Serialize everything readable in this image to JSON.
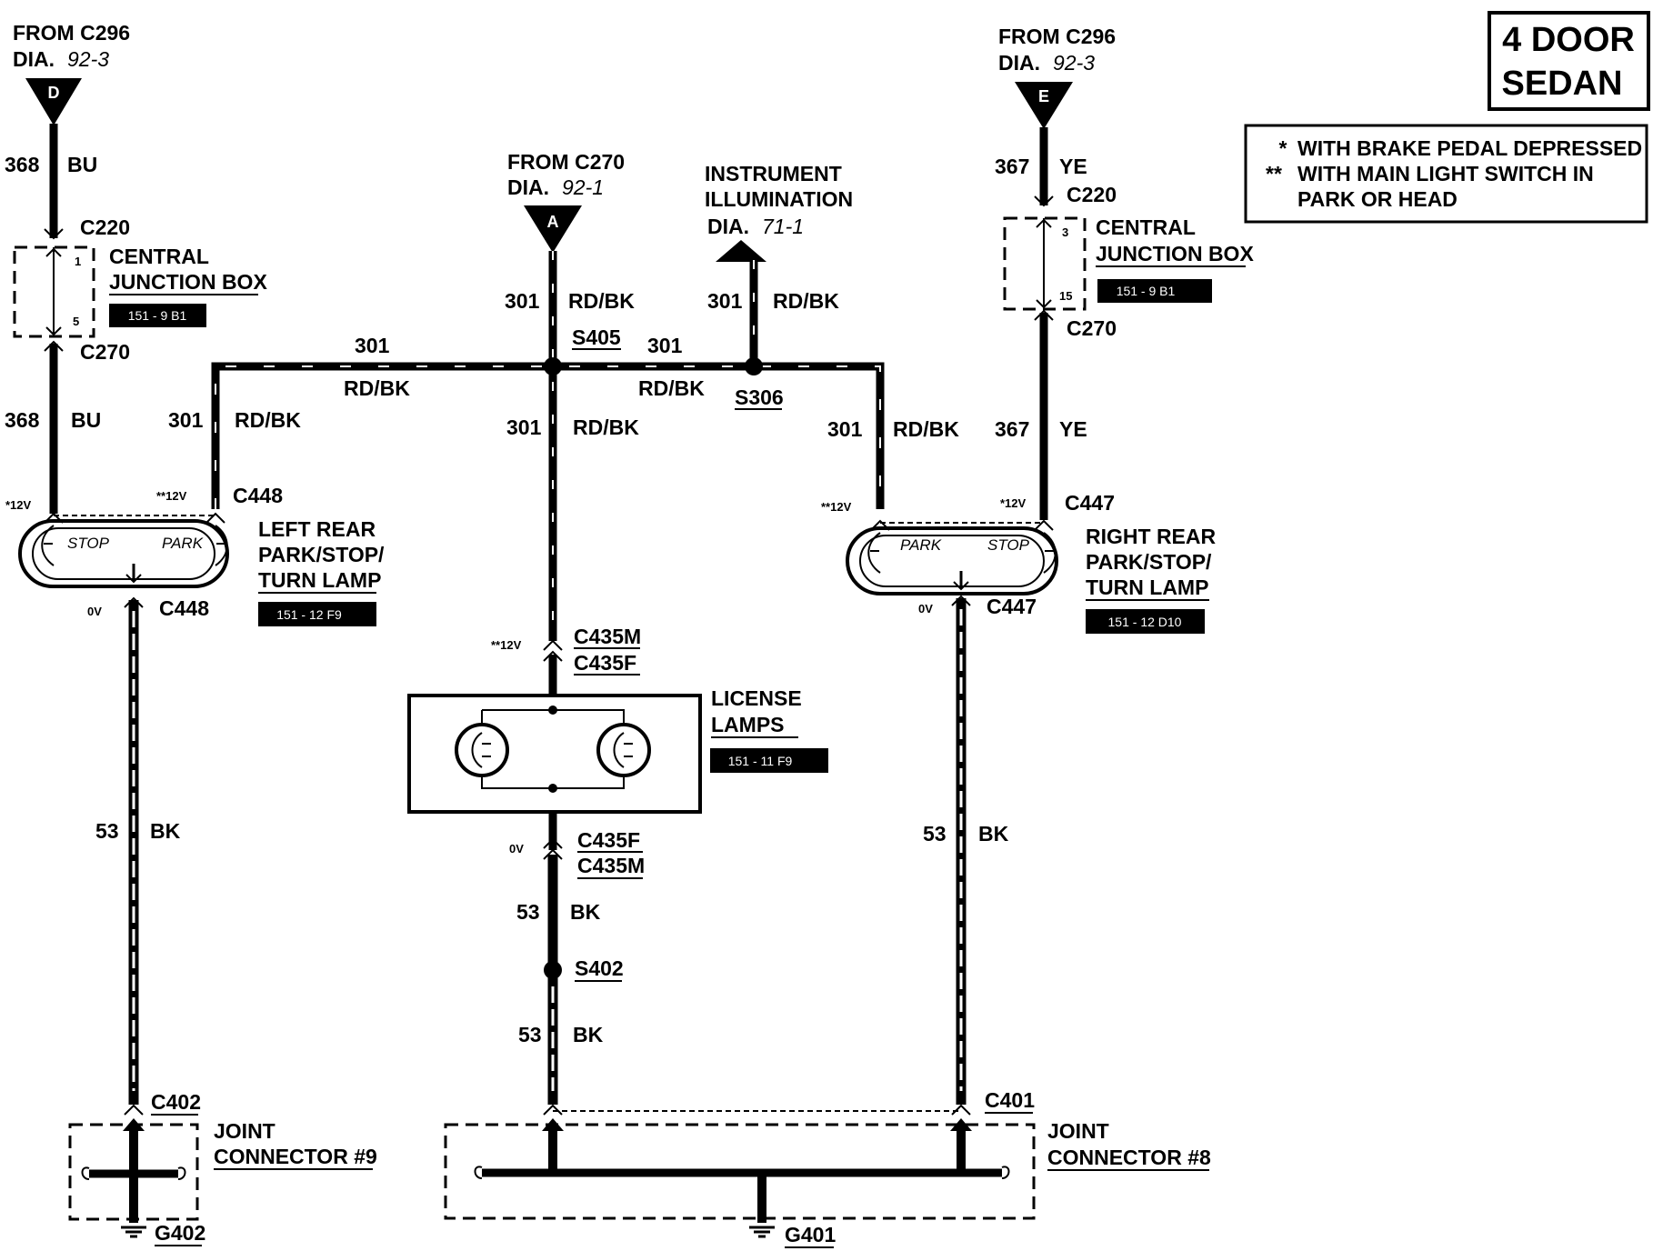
{
  "title_box": {
    "line1": "4 DOOR",
    "line2": "SEDAN"
  },
  "notes": [
    {
      "mark": "*",
      "text": "WITH BRAKE PEDAL DEPRESSED"
    },
    {
      "mark": "**",
      "text": "WITH MAIN LIGHT SWITCH IN"
    },
    {
      "mark": "",
      "text": "PARK OR HEAD"
    }
  ],
  "sources": {
    "d": {
      "from": "FROM C296",
      "dia_prefix": "DIA.",
      "dia_num": "92-3",
      "letter": "D"
    },
    "e": {
      "from": "FROM C296",
      "dia_prefix": "DIA.",
      "dia_num": "92-3",
      "letter": "E"
    },
    "a": {
      "from": "FROM C270",
      "dia_prefix": "DIA.",
      "dia_num": "92-1",
      "letter": "A"
    }
  },
  "instrument": {
    "line1": "INSTRUMENT",
    "line2": "ILLUMINATION",
    "dia_prefix": "DIA.",
    "dia_num": "71-1"
  },
  "wires": {
    "c368": "368",
    "bu": "BU",
    "c367": "367",
    "ye": "YE",
    "c301": "301",
    "rdbk": "RD/BK",
    "c53": "53",
    "bk": "BK"
  },
  "connectors": {
    "c220": "C220",
    "c270": "C270",
    "c448": "C448",
    "c447": "C447",
    "c435m": "C435M",
    "c435f": "C435F",
    "c402": "C402",
    "c401": "C401",
    "s405": "S405",
    "s306": "S306",
    "s402": "S402",
    "g402": "G402",
    "g401": "G401"
  },
  "junction_left": {
    "line1": "CENTRAL",
    "line2": "JUNCTION BOX",
    "ref": "151 - 9 B1",
    "pin_top": "1",
    "pin_bottom": "5"
  },
  "junction_right": {
    "line1": "CENTRAL",
    "line2": "JUNCTION BOX",
    "ref": "151 - 9 B1",
    "pin_top": "3",
    "pin_bottom": "15"
  },
  "lamp_left": {
    "line1": "LEFT REAR",
    "line2": "PARK/STOP/",
    "line3": "TURN LAMP",
    "ref": "151 - 12 F9",
    "stop": "STOP",
    "park": "PARK"
  },
  "lamp_right": {
    "line1": "RIGHT REAR",
    "line2": "PARK/STOP/",
    "line3": "TURN LAMP",
    "ref": "151 - 12 D10",
    "stop": "STOP",
    "park": "PARK"
  },
  "license": {
    "line1": "LICENSE",
    "line2": "LAMPS",
    "ref": "151 - 11 F9"
  },
  "joint9": {
    "line1": "JOINT",
    "line2": "CONNECTOR #9"
  },
  "joint8": {
    "line1": "JOINT",
    "line2": "CONNECTOR #8"
  },
  "voltages": {
    "v12s": "*12V",
    "v12ss": "**12V",
    "v0": "0V"
  }
}
